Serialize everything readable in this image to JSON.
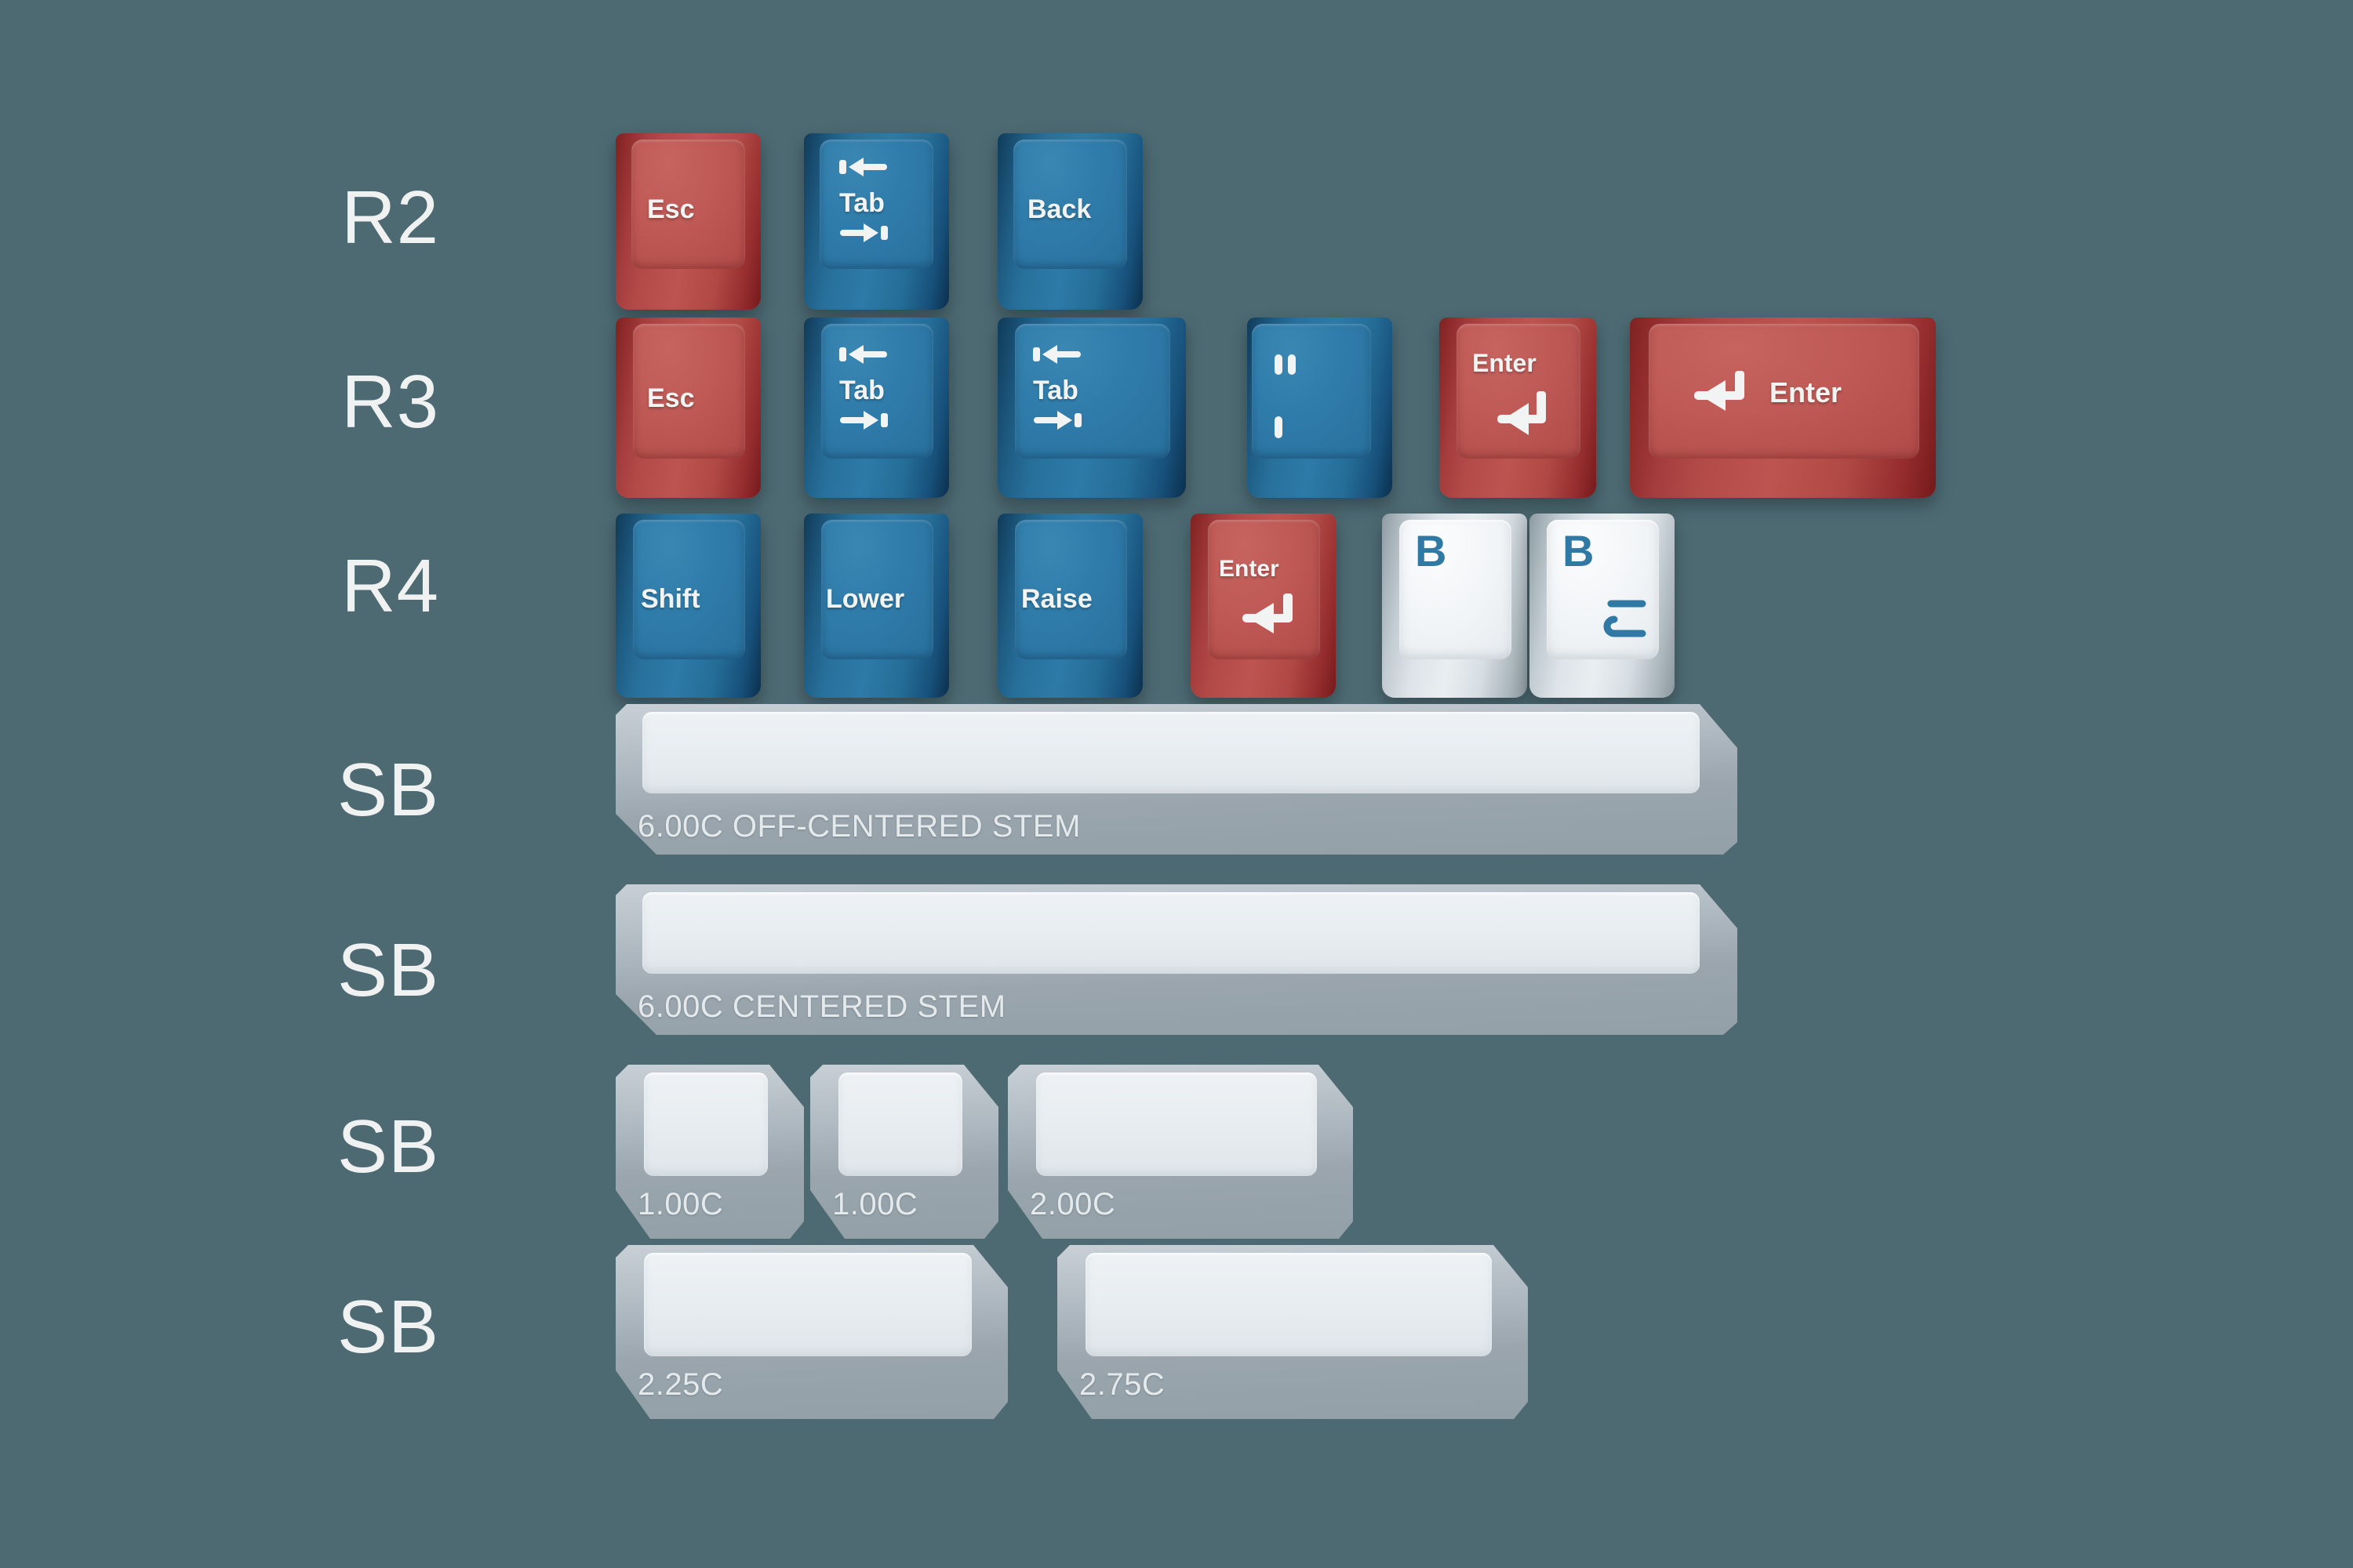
{
  "scene": {
    "title": "Keycap profile sample render",
    "background_color": "#4d6a73",
    "colors": {
      "red": "#bd5450",
      "blue": "#2d7aa8",
      "white": "#eef2f5",
      "legend_light": "#f2f4f4",
      "legend_blue": "#2f79a4",
      "size_label": "#e4e9ec"
    }
  },
  "row_labels": [
    {
      "id": "r2",
      "text": "R2"
    },
    {
      "id": "r3",
      "text": "R3"
    },
    {
      "id": "r4",
      "text": "R4"
    },
    {
      "id": "sb1",
      "text": "SB"
    },
    {
      "id": "sb2",
      "text": "SB"
    },
    {
      "id": "sb3",
      "text": "SB"
    },
    {
      "id": "sb4",
      "text": "SB"
    }
  ],
  "rows": {
    "r2": {
      "label": "R2",
      "keys": [
        {
          "name": "esc",
          "legend": "Esc",
          "color": "red",
          "units": "1.00"
        },
        {
          "name": "tab",
          "legend": "Tab",
          "color": "blue",
          "units": "1.00",
          "glyph_top": "arrow-left-to-bar",
          "glyph_bottom": "arrow-right-to-bar"
        },
        {
          "name": "back",
          "legend": "Back",
          "color": "blue",
          "units": "1.00"
        }
      ]
    },
    "r3": {
      "label": "R3",
      "keys": [
        {
          "name": "esc",
          "legend": "Esc",
          "color": "red",
          "units": "1.00"
        },
        {
          "name": "tab",
          "legend": "Tab",
          "color": "blue",
          "units": "1.00",
          "glyph_top": "arrow-left-to-bar",
          "glyph_bottom": "arrow-right-to-bar"
        },
        {
          "name": "tab-wide",
          "legend": "Tab",
          "color": "blue",
          "units": "1.50",
          "glyph_top": "arrow-left-to-bar",
          "glyph_bottom": "arrow-right-to-bar"
        },
        {
          "name": "quote",
          "legend": "",
          "color": "blue",
          "units": "1.00",
          "glyph_top": "double-quote",
          "glyph_bottom": "apostrophe"
        },
        {
          "name": "enter-iso",
          "legend": "Enter",
          "color": "red",
          "units": "1.25",
          "glyph_bottom": "enter-return-arrow"
        },
        {
          "name": "enter-wide",
          "legend": "Enter",
          "color": "red",
          "units": "2.25",
          "glyph_left": "enter-return-arrow"
        }
      ]
    },
    "r4": {
      "label": "R4",
      "keys": [
        {
          "name": "shift",
          "legend": "Shift",
          "color": "blue",
          "units": "1.00"
        },
        {
          "name": "lower",
          "legend": "Lower",
          "color": "blue",
          "units": "1.00"
        },
        {
          "name": "raise",
          "legend": "Raise",
          "color": "blue",
          "units": "1.00"
        },
        {
          "name": "enter",
          "legend": "Enter",
          "color": "red",
          "units": "1.00",
          "glyph_bottom": "enter-return-arrow"
        },
        {
          "name": "b-key",
          "legend": "B",
          "color": "white",
          "units": "1.00"
        },
        {
          "name": "b-key-homing",
          "legend": "B",
          "color": "white",
          "units": "1.00",
          "glyph_bottom": "sublegend-arc"
        }
      ]
    },
    "sb_rows": [
      {
        "name": "spacebar-6u-offcentered",
        "label": "SB",
        "keys": [
          {
            "name": "spacebar",
            "size_label": "6.00C OFF-CENTERED STEM",
            "units": "6.00"
          }
        ]
      },
      {
        "name": "spacebar-6u-centered",
        "label": "SB",
        "keys": [
          {
            "name": "spacebar",
            "size_label": "6.00C CENTERED STEM",
            "units": "6.00"
          }
        ]
      },
      {
        "name": "sb-row-small",
        "label": "SB",
        "keys": [
          {
            "name": "cap-1u-a",
            "size_label": "1.00C",
            "units": "1.00"
          },
          {
            "name": "cap-1u-b",
            "size_label": "1.00C",
            "units": "1.00"
          },
          {
            "name": "cap-2u",
            "size_label": "2.00C",
            "units": "2.00"
          }
        ]
      },
      {
        "name": "sb-row-wide",
        "label": "SB",
        "keys": [
          {
            "name": "cap-225u",
            "size_label": "2.25C",
            "units": "2.25"
          },
          {
            "name": "cap-275u",
            "size_label": "2.75C",
            "units": "2.75"
          }
        ]
      }
    ]
  }
}
